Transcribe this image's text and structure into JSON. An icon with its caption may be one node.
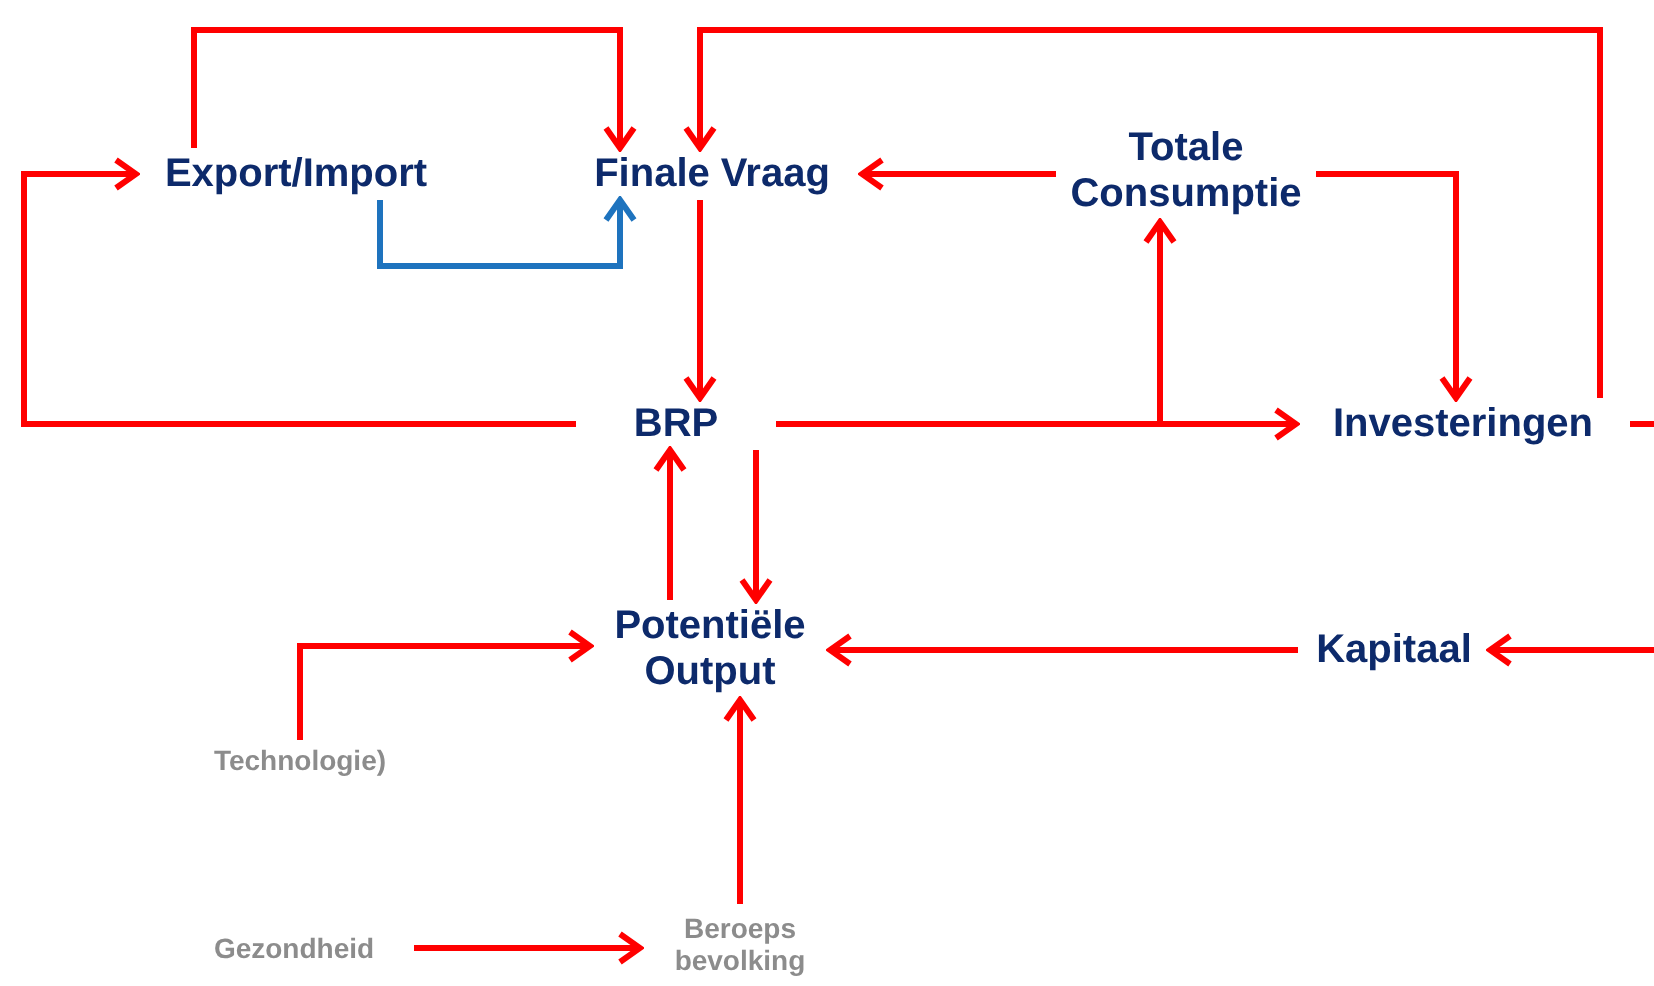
{
  "diagram": {
    "nodes": [
      {
        "text": [
          "Export/Import"
        ]
      },
      {
        "text": [
          "Finale Vraag"
        ]
      },
      {
        "text": [
          "Totale Consumptie"
        ]
      },
      {
        "text": [
          "BRP"
        ]
      },
      {
        "text": [
          "Investeringen"
        ]
      },
      {
        "text": [
          "Potentiële Output"
        ]
      },
      {
        "text": [
          "Kapitaal"
        ]
      },
      {
        "text": [
          "Technologie)"
        ]
      },
      {
        "text": [
          "Gezondheid"
        ]
      },
      {
        "text": [
          "Beroeps bevolking"
        ]
      }
    ],
    "edges": [
      {
        "from": 0,
        "to": 1,
        "arrow": "to"
      },
      {
        "from": 0,
        "to": 1,
        "arrow": "to",
        "color": "#1e73be"
      },
      {
        "from": 2,
        "to": 1,
        "arrow": "to"
      },
      {
        "from": 1,
        "to": 3,
        "arrow": "to"
      },
      {
        "from": 3,
        "to": 0,
        "arrow": "to"
      },
      {
        "from": 3,
        "to": 4,
        "arrow": "to"
      },
      {
        "from": 3,
        "to": 2,
        "arrow": "to"
      },
      {
        "from": 2,
        "to": 4,
        "arrow": "to"
      },
      {
        "from": 4,
        "to": 1,
        "arrow": "to"
      },
      {
        "from": 4,
        "to": null,
        "arrow": "none"
      },
      {
        "from": 5,
        "to": 3,
        "arrow": "to"
      },
      {
        "from": 3,
        "to": 5,
        "arrow": "to"
      },
      {
        "from": 6,
        "to": 5,
        "arrow": "to"
      },
      {
        "from": null,
        "to": 6,
        "arrow": "to"
      },
      {
        "from": 7,
        "to": 5,
        "arrow": "to"
      },
      {
        "from": 8,
        "to": 9,
        "arrow": "to"
      },
      {
        "from": 9,
        "to": 5,
        "arrow": "to"
      }
    ]
  }
}
